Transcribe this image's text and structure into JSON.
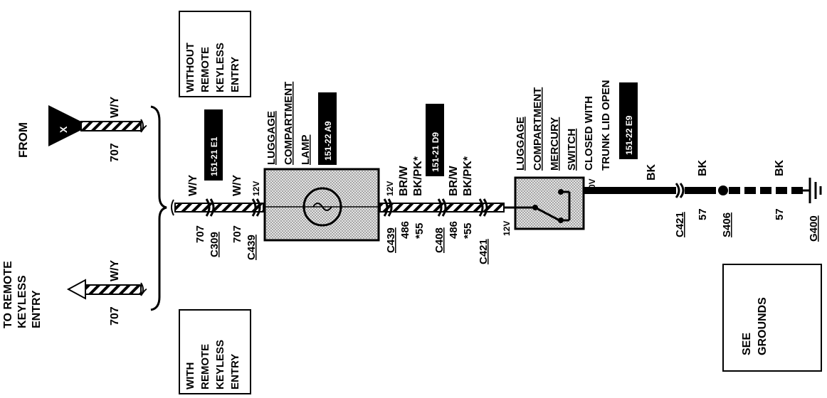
{
  "from_label": "FROM",
  "from_connector_mark": "X",
  "to_remote": [
    "TO REMOTE",
    "KEYLESS",
    "ENTRY"
  ],
  "without_remote_box": [
    "WITHOUT",
    "REMOTE",
    "KEYLESS",
    "ENTRY"
  ],
  "with_remote_box": [
    "WITH",
    "REMOTE",
    "KEYLESS",
    "ENTRY"
  ],
  "see_grounds_box": [
    "SEE",
    "GROUNDS"
  ],
  "lamp": {
    "title": [
      "LUGGAGE",
      "COMPARTMENT",
      "LAMP"
    ],
    "ref_tag": "151-22 A9"
  },
  "switch": {
    "title": [
      "LUGGAGE",
      "COMPARTMENT",
      "MERCURY",
      "SWITCH"
    ],
    "state": [
      "CLOSED WITH",
      "TRUNK LID OPEN"
    ],
    "ref_tag": "151-22 E9"
  },
  "ref_tags": {
    "c309": "151-21 E1",
    "c408": "151-21 D9"
  },
  "wires": {
    "wy": "W/Y",
    "brw": "BR/W",
    "bkpk": "BK/PK*",
    "bk": "BK",
    "num_707": "707",
    "num_486": "486",
    "num_55": "*55",
    "num_57": "57"
  },
  "voltages": {
    "v12": "12V",
    "v0": "0V"
  },
  "connectors": {
    "c309": "C309",
    "c439": "C439",
    "c408": "C408",
    "c421": "C421",
    "s406": "S406",
    "g400": "G400"
  }
}
